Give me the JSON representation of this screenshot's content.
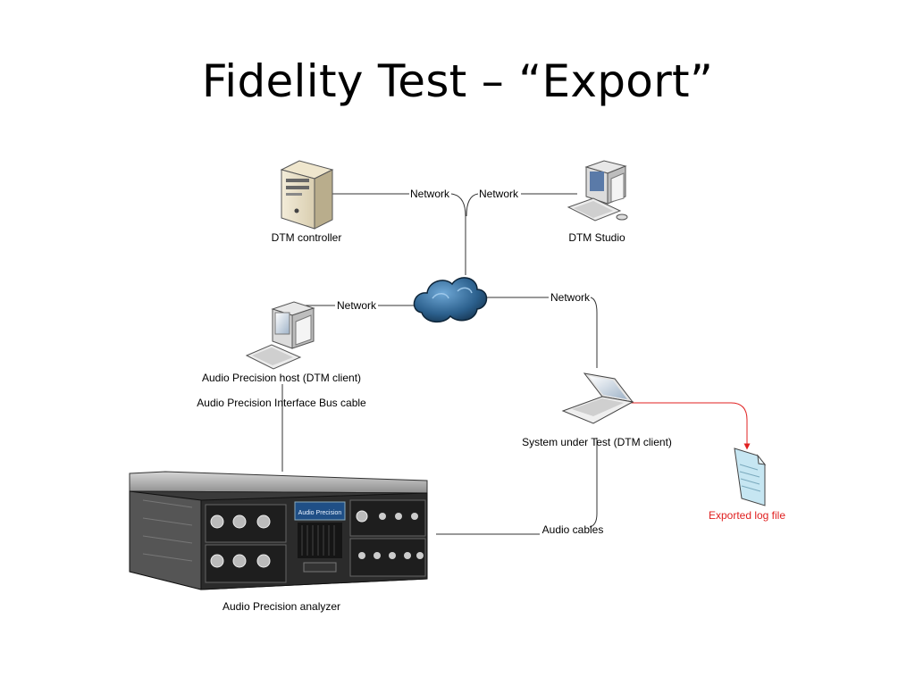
{
  "slide": {
    "title": "Fidelity Test – “Export”"
  },
  "nodes": {
    "dtm_controller": "DTM controller",
    "dtm_studio": "DTM Studio",
    "ap_host": "Audio Precision host (DTM client)",
    "ap_bus_cable": "Audio Precision Interface Bus cable",
    "sut": "System under Test (DTM client)",
    "exported_log": "Exported log file",
    "ap_analyzer": "Audio Precision analyzer",
    "analyzer_brand": "Audio Precision"
  },
  "links": {
    "network": "Network",
    "audio_cables": "Audio cables"
  },
  "colors": {
    "export_arrow": "#e02020",
    "cloud": "#2b5f8c",
    "doc": "#c6e6f2"
  },
  "icons": [
    "server-icon",
    "workstation-icon",
    "cloud-icon",
    "laptop-icon",
    "document-icon",
    "audio-analyzer-device"
  ]
}
